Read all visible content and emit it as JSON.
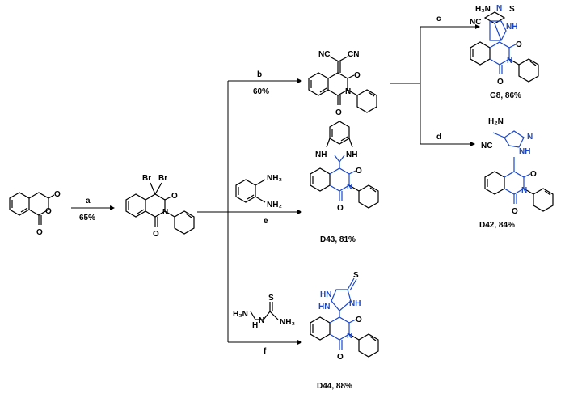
{
  "arrows": {
    "a": {
      "letter": "a",
      "yield": "65%"
    },
    "b": {
      "letter": "b",
      "yield": "60%"
    },
    "c": {
      "letter": "c"
    },
    "d": {
      "letter": "d"
    },
    "e": {
      "letter": "e"
    },
    "f": {
      "letter": "f"
    }
  },
  "atoms": {
    "O": "O",
    "Br": "Br",
    "N": "N",
    "NC": "NC",
    "CN": "CN",
    "H2N": "H₂N",
    "NH2": "NH₂",
    "NH": "NH",
    "N2": "N",
    "H2N_H": "H₂N",
    "S": "S",
    "H": "H",
    "HN": "HN"
  },
  "products": {
    "G8": "G8, 86%",
    "D42": "D42, 84%",
    "D43": "D43, 81%",
    "D44": "D44, 88%"
  },
  "colors": {
    "product_core": "#1a47c8",
    "text": "#000000"
  }
}
